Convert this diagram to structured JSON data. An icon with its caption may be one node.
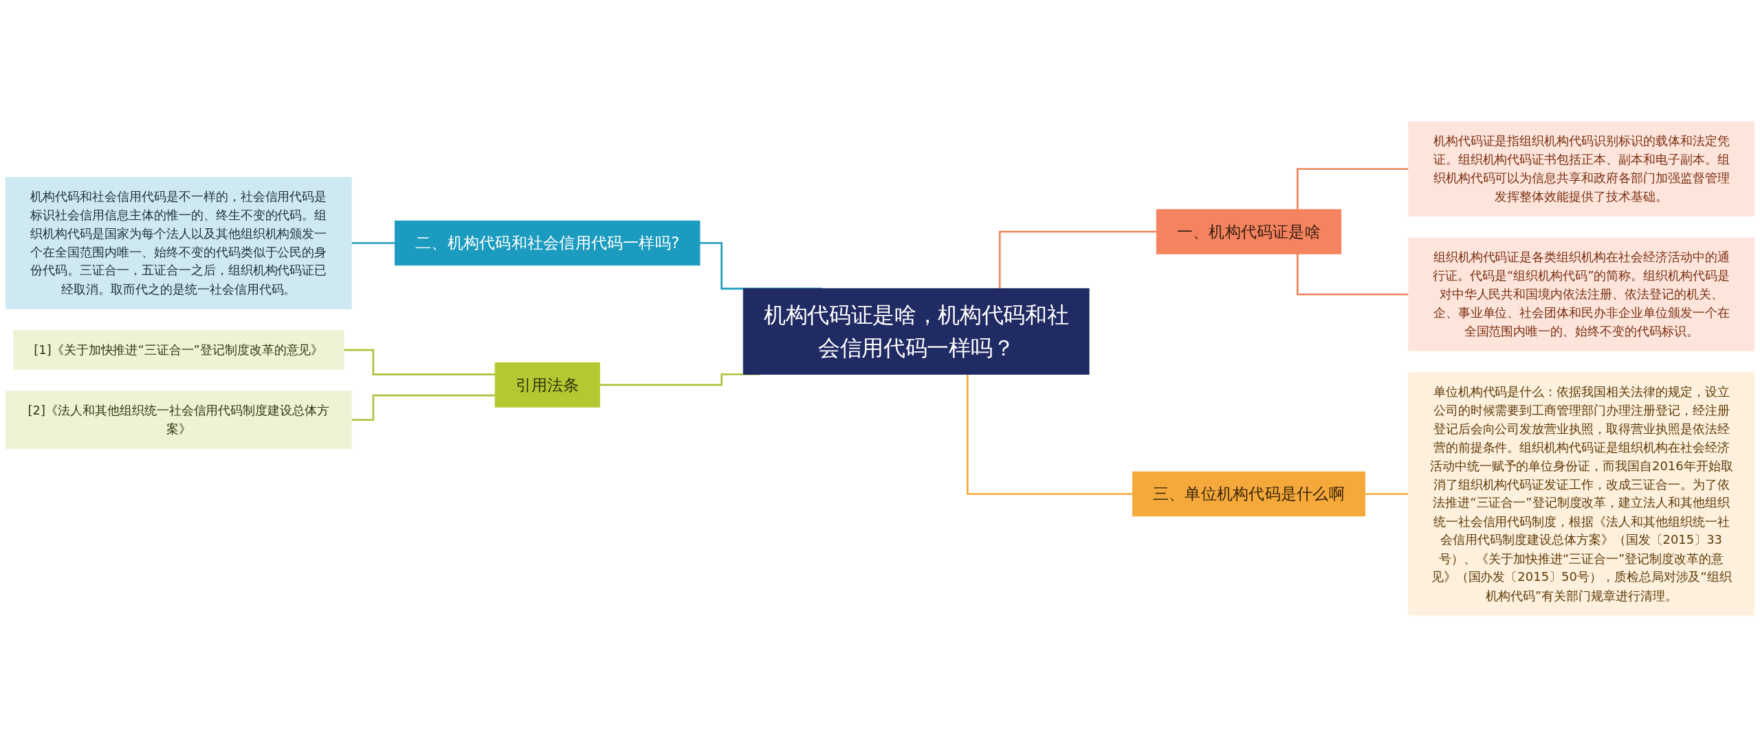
{
  "diagram": {
    "nodes": [
      {
        "text": [
          "机构代码证是啥，机构代码和社会信用代码一样吗？"
        ]
      },
      {
        "text": [
          "一、机构代码证是啥"
        ]
      },
      {
        "text": [
          "机构代码证是指组织机构代码识别标识的载体和法定凭证。组织机构代码证书包括正本、副本和电子副本。组织机构代码可以为信息共享和政府各部门加强监督管理发挥整体效能提供了技术基础。"
        ]
      },
      {
        "text": [
          "组织机构代码证是各类组织机构在社会经济活动中的通行证。代码是“组织机构代码”的简称。组织机构代码是对中华人民共和国境内依法注册、依法登记的机关、企、事业单位、社会团体和民办非企业单位颁发一个在全国范围内唯一的、始终不变的代码标识。"
        ]
      },
      {
        "text": [
          "二、机构代码和社会信用代码一样吗?"
        ]
      },
      {
        "text": [
          "机构代码和社会信用代码是不一样的，社会信用代码是标识社会信用信息主体的惟一的、终生不变的代码。组织机构代码是国家为每个法人以及其他组织机构颁发一个在全国范围内唯一、始终不变的代码类似于公民的身份代码。三证合一，五证合一之后，组织机构代码证已经取消。取而代之的是统一社会信用代码。"
        ]
      },
      {
        "text": [
          "引用法条"
        ]
      },
      {
        "text": [
          "[1]《关于加快推进“三证合一”登记制度改革的意见》"
        ]
      },
      {
        "text": [
          "[2]《法人和其他组织统一社会信用代码制度建设总体方案》"
        ]
      },
      {
        "text": [
          "三、单位机构代码是什么啊"
        ]
      },
      {
        "text": [
          "单位机构代码是什么：依据我国相关法律的规定，设立公司的时候需要到工商管理部门办理注册登记，经注册登记后会向公司发放营业执照，取得营业执照是依法经营的前提条件。组织机构代码证是组织机构在社会经济活动中统一赋予的单位身份证，而我国自2016年开始取消了组织机构代码证发证工作，改成三证合一。为了依法推进“三证合一”登记制度改革，建立法人和其他组织统一社会信用代码制度，根据《法人和其他组织统一社会信用代码制度建设总体方案》（国发〔2015〕33号）、《关于加快推进“三证合一”登记制度改革的意见》（国办发〔2015〕50号），质检总局对涉及“组织机构代码”有关部门规章进行清理。"
        ]
      }
    ],
    "edges": [
      {
        "from": 0,
        "to": 1,
        "arrow": "none",
        "color": "#f08358"
      },
      {
        "from": 1,
        "to": 2,
        "arrow": "none",
        "color": "#f08358"
      },
      {
        "from": 1,
        "to": 3,
        "arrow": "none",
        "color": "#f08358"
      },
      {
        "from": 0,
        "to": 4,
        "arrow": "none",
        "color": "#1a9bbf"
      },
      {
        "from": 4,
        "to": 5,
        "arrow": "none",
        "color": "#1a9bbf"
      },
      {
        "from": 0,
        "to": 6,
        "arrow": "none",
        "color": "#a9c23a"
      },
      {
        "from": 6,
        "to": 7,
        "arrow": "none",
        "color": "#a9c23a"
      },
      {
        "from": 6,
        "to": 8,
        "arrow": "none",
        "color": "#a9c23a"
      },
      {
        "from": 0,
        "to": 9,
        "arrow": "none",
        "color": "#f5a93a"
      },
      {
        "from": 9,
        "to": 10,
        "arrow": "none",
        "color": "#f5a93a"
      }
    ]
  }
}
